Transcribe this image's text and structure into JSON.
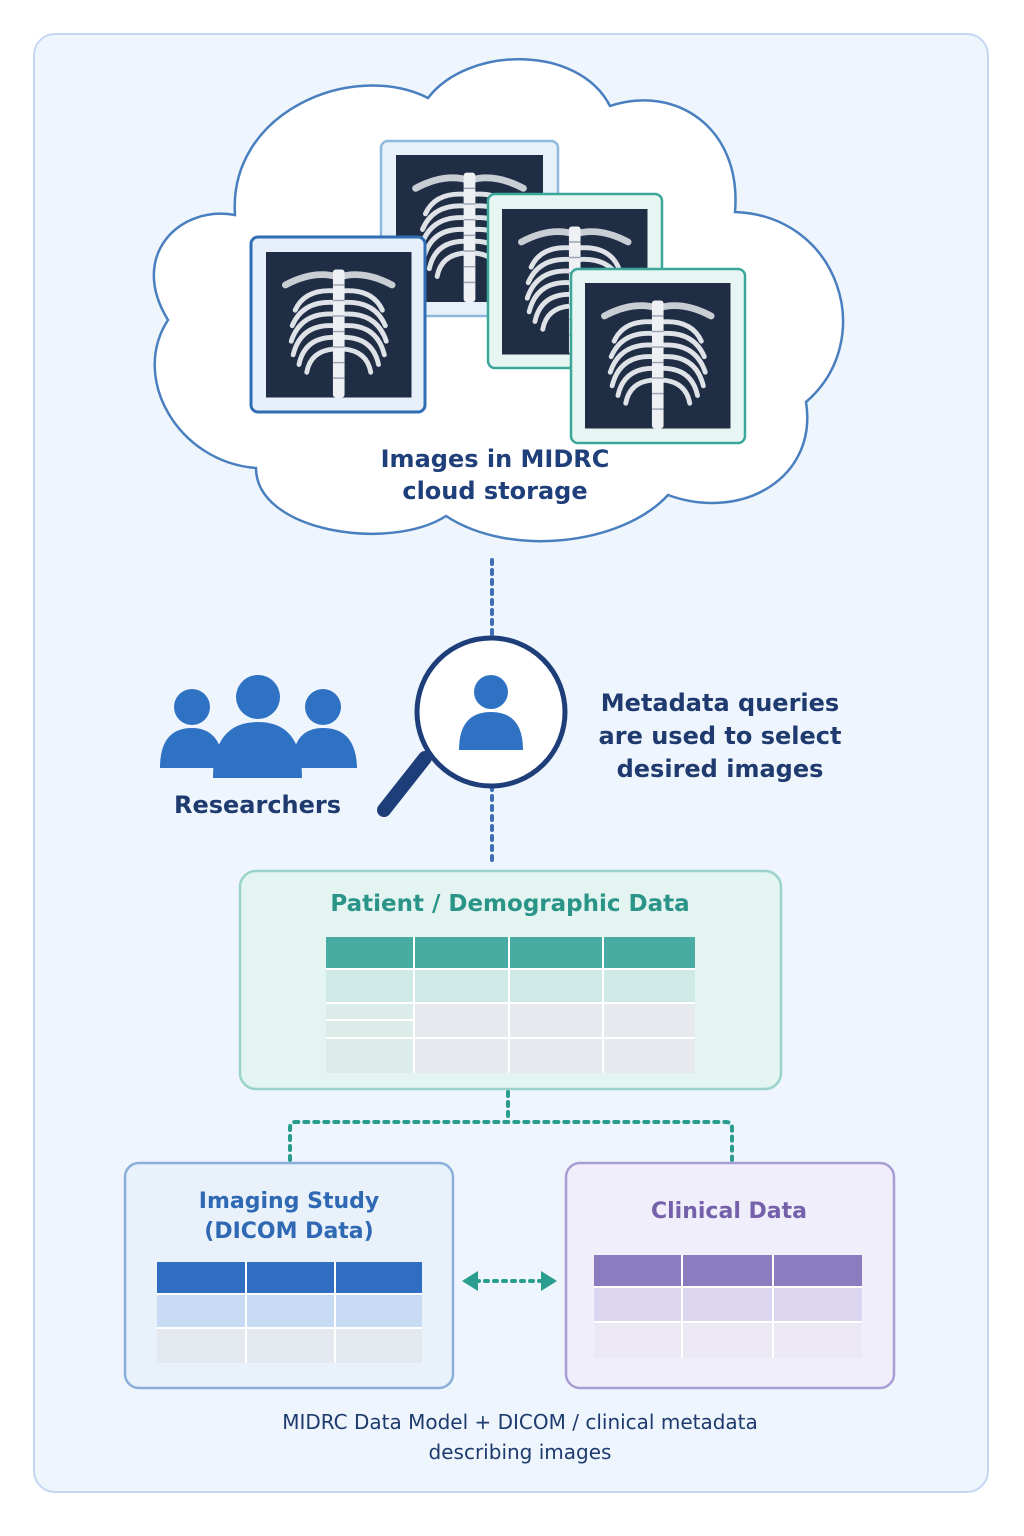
{
  "cloud": {
    "title_line1": "Images in MIDRC",
    "title_line2": "cloud storage",
    "images": [
      {
        "border_color": "#2f6db5"
      },
      {
        "border_color": "#8fb8de"
      },
      {
        "border_color": "#3aa79a"
      },
      {
        "border_color": "#3aa79a"
      }
    ]
  },
  "researchers": {
    "label": "Researchers",
    "icon": "group-people-icon"
  },
  "query": {
    "icon": "magnifier-person-icon",
    "text_line1": "Metadata queries",
    "text_line2": "are used to select",
    "text_line3": "desired images"
  },
  "patient_data": {
    "title": "Patient / Demographic Data",
    "accent": "#2a9d8f"
  },
  "imaging_study": {
    "title_line1": "Imaging Study",
    "title_line2": "(DICOM Data)",
    "accent": "#2f6ec1"
  },
  "clinical_data": {
    "title": "Clinical Data",
    "accent": "#8b7cc0"
  },
  "caption": {
    "line1": "MIDRC Data Model + DICOM / clinical metadata",
    "line2": "describing images"
  },
  "colors": {
    "navy": "#1e3a6e",
    "blue": "#2f6ec1",
    "teal": "#2a9d8f",
    "purple": "#8b7cc0",
    "background": "#eef5fd"
  }
}
